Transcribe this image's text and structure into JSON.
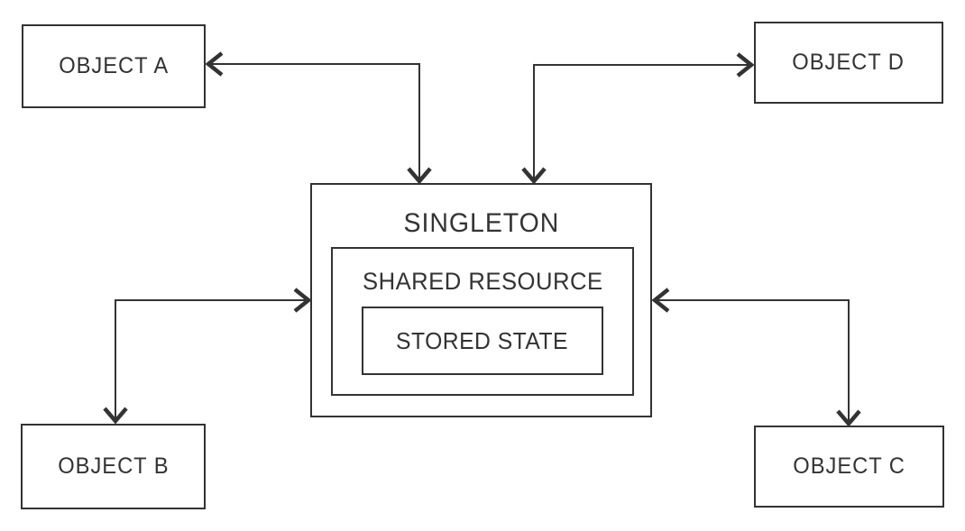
{
  "diagram": {
    "type": "singleton-pattern-diagram",
    "colors": {
      "stroke": "#333333",
      "background": "#ffffff",
      "text": "#333333"
    },
    "nodes": {
      "object_a": {
        "label": "OBJECT A"
      },
      "object_b": {
        "label": "OBJECT B"
      },
      "object_c": {
        "label": "OBJECT C"
      },
      "object_d": {
        "label": "OBJECT D"
      },
      "singleton": {
        "label": "SINGLETON"
      },
      "shared_resource": {
        "label": "SHARED RESOURCE"
      },
      "stored_state": {
        "label": "STORED STATE"
      }
    },
    "edges": [
      {
        "from": "object_a",
        "to": "singleton",
        "style": "elbow",
        "arrows": "both"
      },
      {
        "from": "object_d",
        "to": "singleton",
        "style": "elbow",
        "arrows": "both"
      },
      {
        "from": "object_b",
        "to": "singleton",
        "style": "elbow",
        "arrows": "both"
      },
      {
        "from": "object_c",
        "to": "singleton",
        "style": "elbow",
        "arrows": "both"
      }
    ]
  }
}
